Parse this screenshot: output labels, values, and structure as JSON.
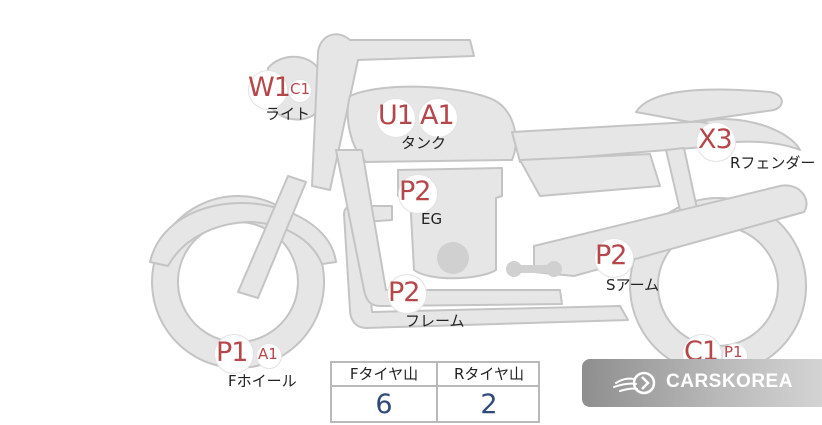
{
  "damage_labels": [
    {
      "id": "light",
      "codes": [
        {
          "text": "W1",
          "size": "lg"
        },
        {
          "text": "C1",
          "size": "sm"
        }
      ],
      "part": "ライト"
    },
    {
      "id": "tank",
      "codes": [
        {
          "text": "U1",
          "size": "lg"
        },
        {
          "text": "A1",
          "size": "lg"
        }
      ],
      "part": "タンク"
    },
    {
      "id": "rear-fender",
      "codes": [
        {
          "text": "X3",
          "size": "lg"
        }
      ],
      "part": "Rフェンダー"
    },
    {
      "id": "engine",
      "codes": [
        {
          "text": "P2",
          "size": "lg"
        }
      ],
      "part": "EG"
    },
    {
      "id": "swing-arm",
      "codes": [
        {
          "text": "P2",
          "size": "lg"
        }
      ],
      "part": "Sアーム"
    },
    {
      "id": "frame",
      "codes": [
        {
          "text": "P2",
          "size": "lg"
        }
      ],
      "part": "フレーム"
    },
    {
      "id": "front-wheel",
      "codes": [
        {
          "text": "P1",
          "size": "lg"
        },
        {
          "text": "A1",
          "size": "sm"
        }
      ],
      "part": "Fホイール"
    },
    {
      "id": "rear-wheel",
      "codes": [
        {
          "text": "C1",
          "size": "lg"
        },
        {
          "text": "P1",
          "size": "sm"
        }
      ],
      "part": ""
    }
  ],
  "tread_table": {
    "front": {
      "header": "Fタイヤ山",
      "value": "6"
    },
    "rear": {
      "header": "Rタイヤ山",
      "value": "2"
    }
  },
  "logo": {
    "text": "CARSKOREA"
  },
  "colors": {
    "code_red": "#b5474b",
    "value_blue": "#2f4a7a",
    "bike_fill": "#e6e6e6",
    "bike_stroke": "#c4c4c4"
  }
}
